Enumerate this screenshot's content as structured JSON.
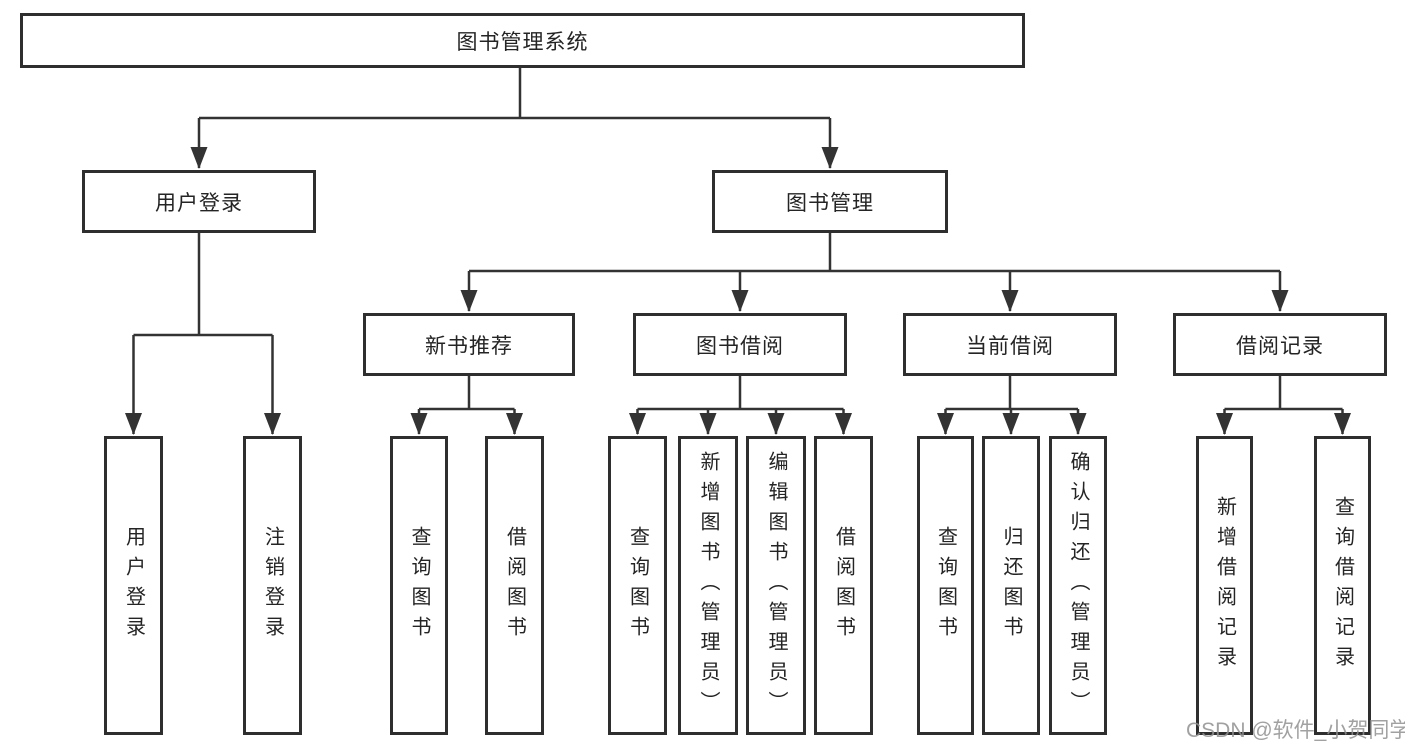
{
  "tree": {
    "label": "图书管理系统",
    "children": [
      {
        "label": "用户登录",
        "children": [
          {
            "label": "用户登录"
          },
          {
            "label": "注销登录"
          }
        ]
      },
      {
        "label": "图书管理",
        "children": [
          {
            "label": "新书推荐",
            "children": [
              {
                "label": "查询图书"
              },
              {
                "label": "借阅图书"
              }
            ]
          },
          {
            "label": "图书借阅",
            "children": [
              {
                "label": "查询图书"
              },
              {
                "label": "新增图书（管理员）"
              },
              {
                "label": "编辑图书（管理员）"
              },
              {
                "label": "借阅图书"
              }
            ]
          },
          {
            "label": "当前借阅",
            "children": [
              {
                "label": "查询图书"
              },
              {
                "label": "归还图书"
              },
              {
                "label": "确认归还（管理员）"
              }
            ]
          },
          {
            "label": "借阅记录",
            "children": [
              {
                "label": "新增借阅记录"
              },
              {
                "label": "查询借阅记录"
              }
            ]
          }
        ]
      }
    ]
  },
  "watermark": "CSDN @软件_小贺同学",
  "colors": {
    "line": "#333333",
    "box_border": "#2e2e2e",
    "text": "#242424",
    "watermark": "#919191",
    "background": "#ffffff"
  }
}
